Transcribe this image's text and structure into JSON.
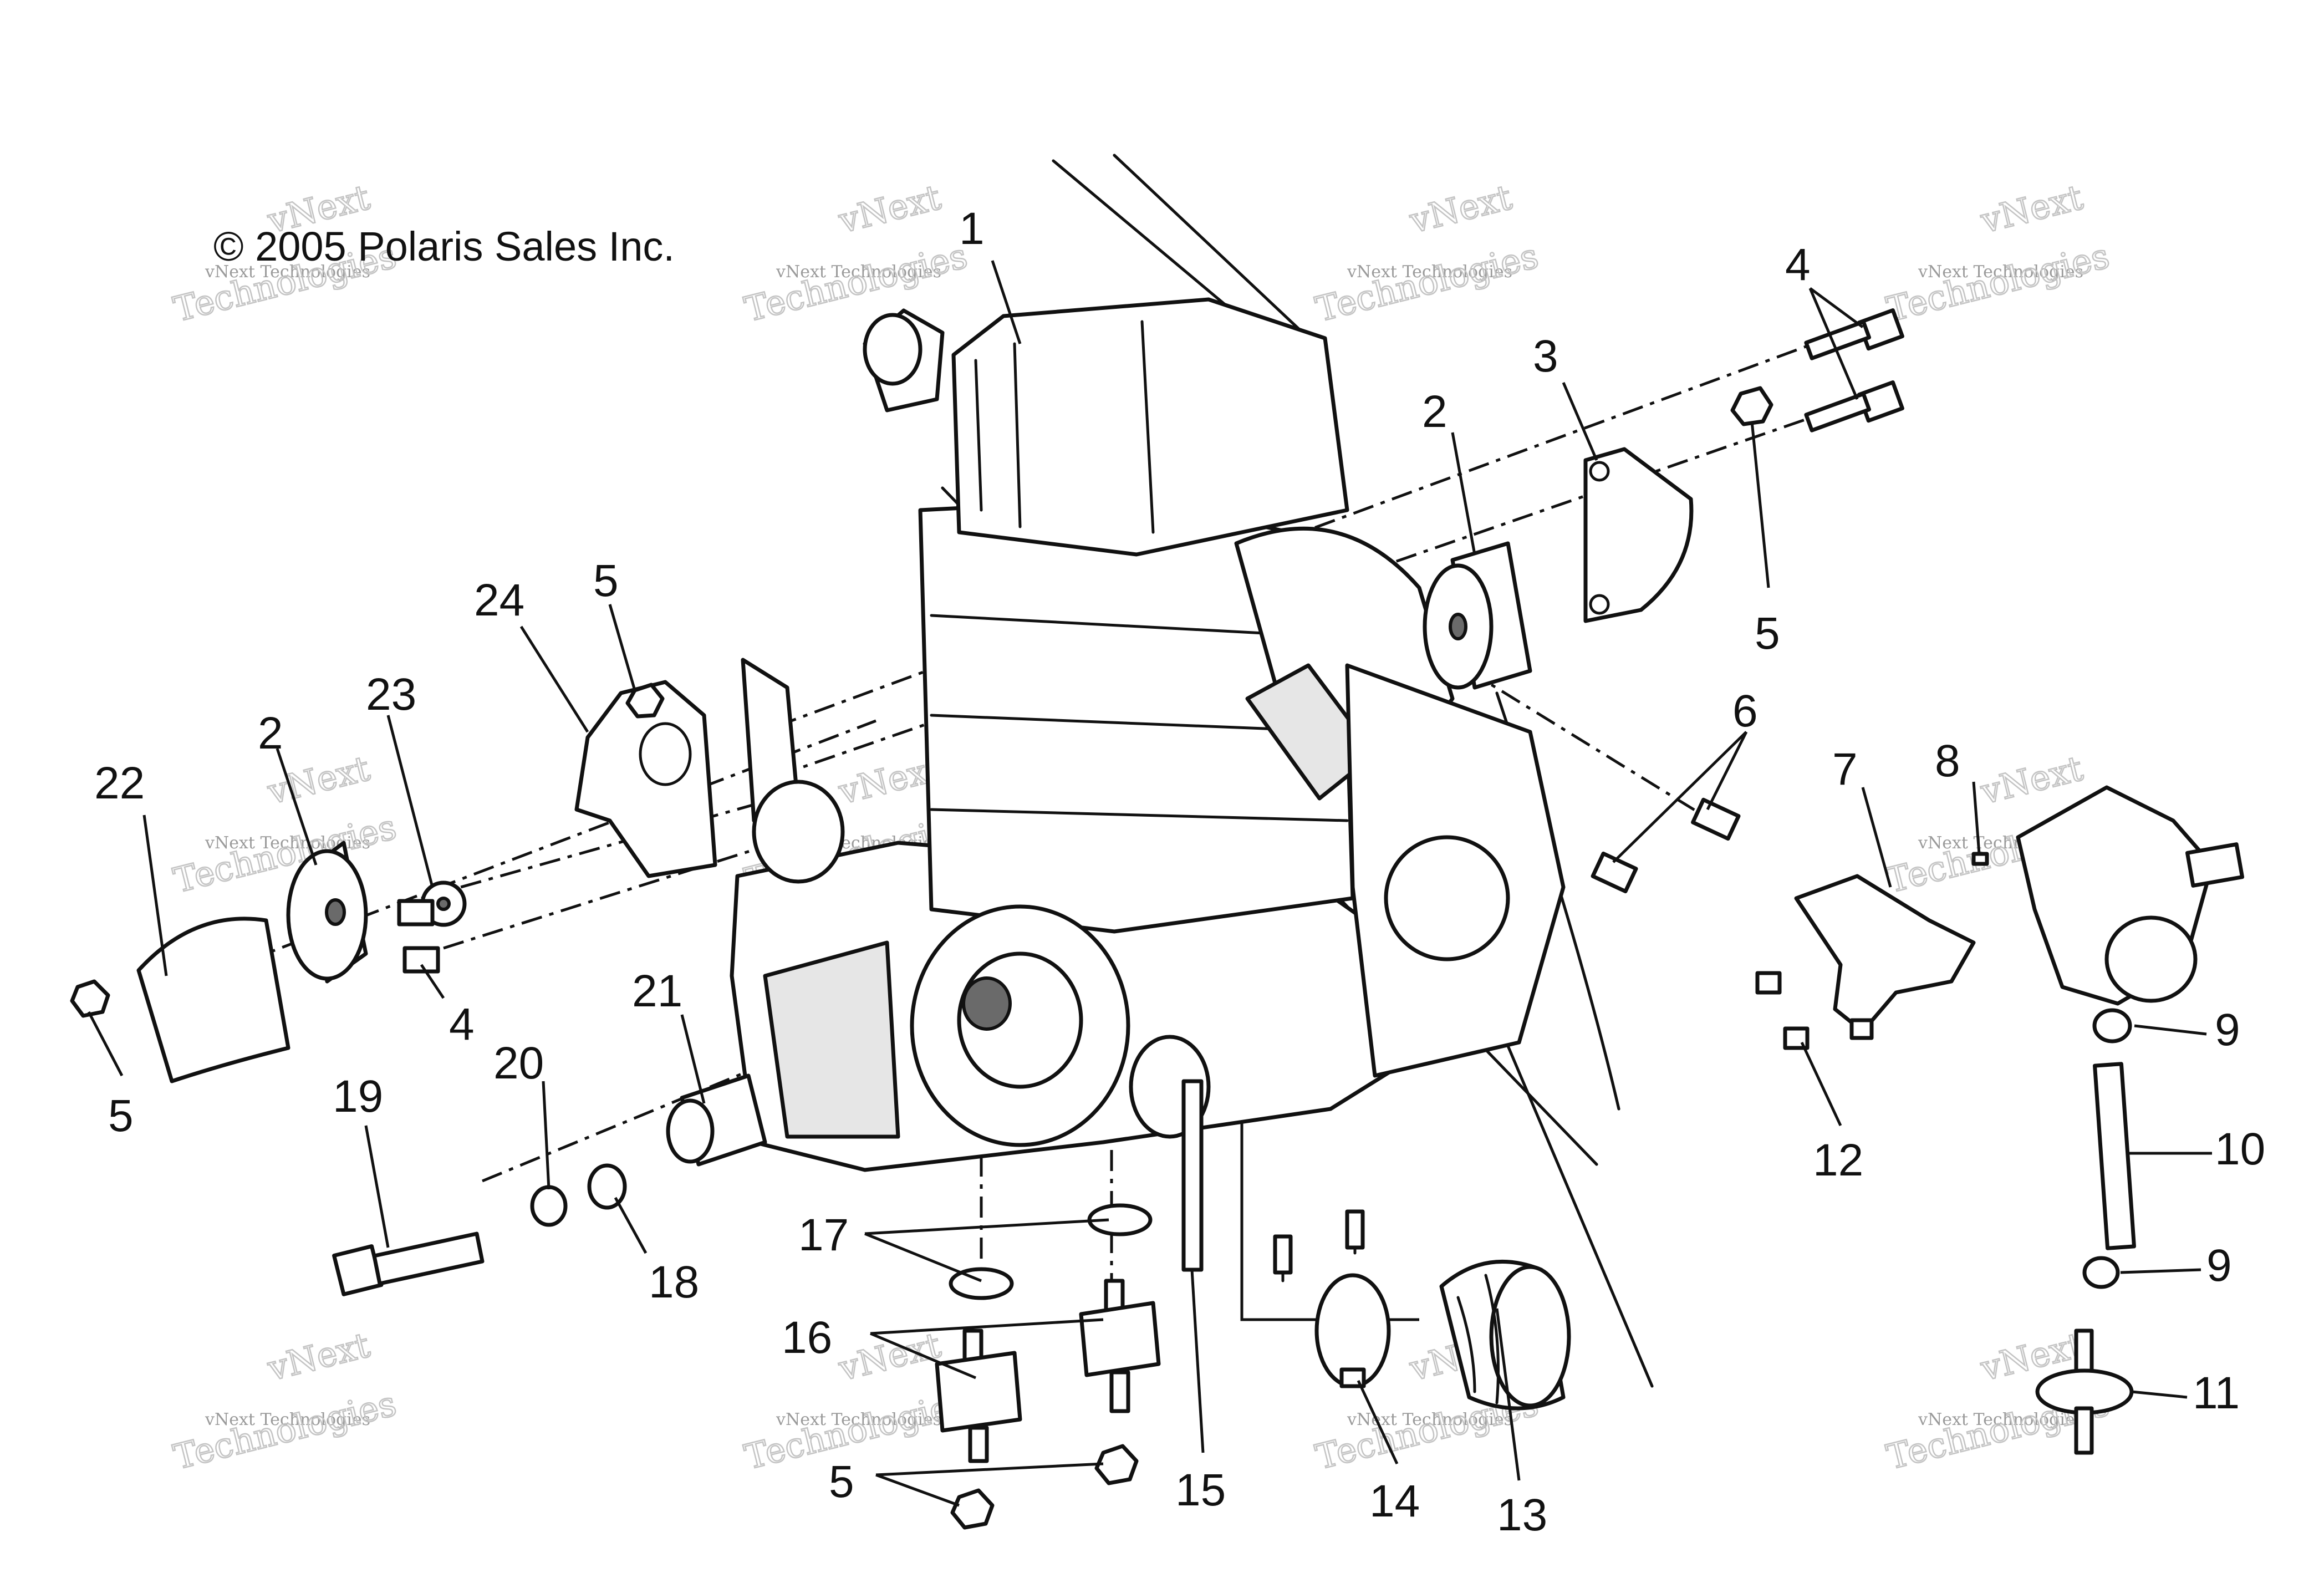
{
  "copyright": "© 2005 Polaris Sales Inc.",
  "watermark": {
    "line1": "vNext Technologies",
    "line2": "vNext",
    "line3": "Technologies"
  },
  "callouts": {
    "c1": "1",
    "c2a": "2",
    "c2b": "2",
    "c3": "3",
    "c4a": "4",
    "c4b": "4",
    "c5a": "5",
    "c5b": "5",
    "c5c": "5",
    "c5d": "5",
    "c6": "6",
    "c7": "7",
    "c8": "8",
    "c9a": "9",
    "c9b": "9",
    "c10": "10",
    "c11": "11",
    "c12": "12",
    "c13": "13",
    "c14": "14",
    "c15": "15",
    "c16": "16",
    "c17": "17",
    "c18": "18",
    "c19": "19",
    "c20": "20",
    "c21": "21",
    "c22": "22",
    "c23": "23",
    "c24": "24"
  }
}
